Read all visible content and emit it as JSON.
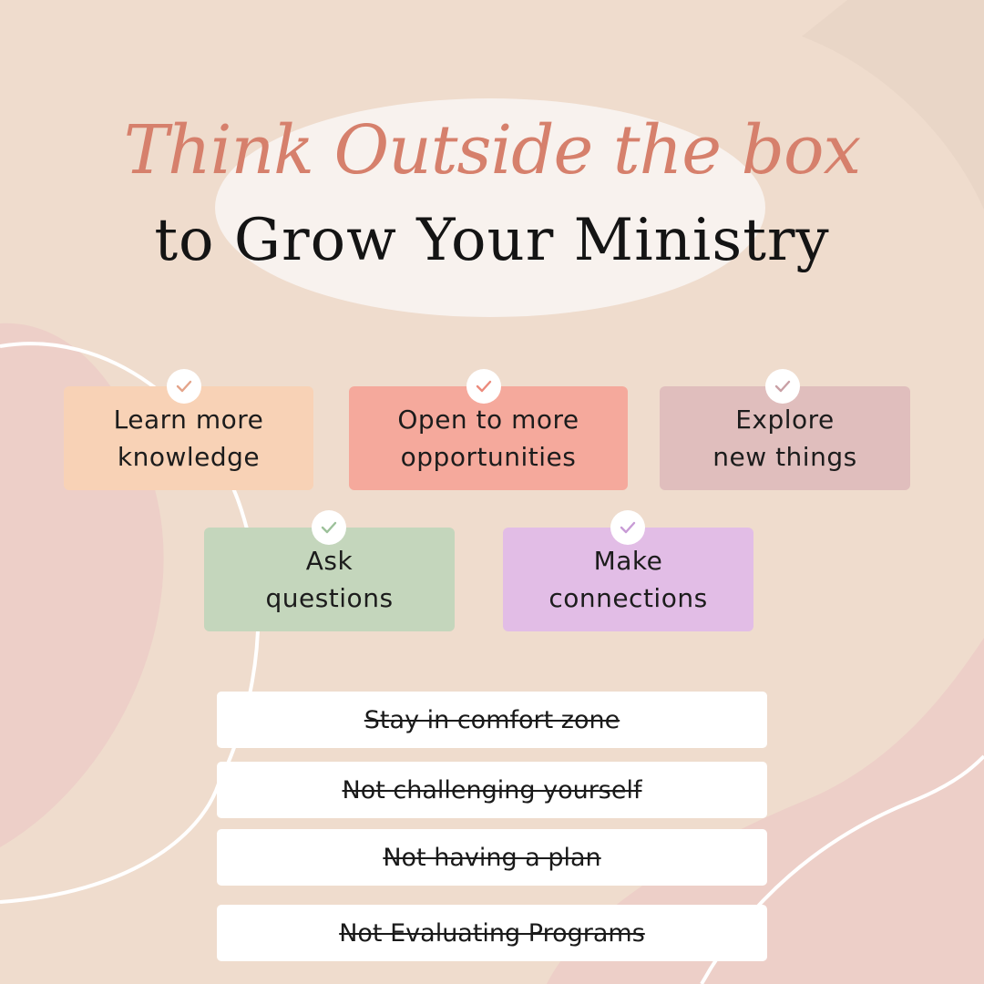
{
  "header": {
    "script_title": "Think Outside the box",
    "main_title": "to Grow Your Ministry"
  },
  "benefits": [
    {
      "text": "Learn more\nknowledge",
      "color": "#f8d2b6",
      "check_color": "#e4a48a"
    },
    {
      "text": "Open to more\nopportunities",
      "color": "#f5a99c",
      "check_color": "#ec8a7c"
    },
    {
      "text": "Explore\nnew things",
      "color": "#e0bebd",
      "check_color": "#c9a0a5"
    },
    {
      "text": "Ask\nquestions",
      "color": "#c4d6bc",
      "check_color": "#9cc19a"
    },
    {
      "text": "Make\nconnections",
      "color": "#e2bde6",
      "check_color": "#c89bd6"
    }
  ],
  "avoid": [
    "Stay in comfort zone",
    "Not challenging yourself",
    "Not having a plan",
    "Not Evaluating Programs"
  ],
  "colors": {
    "background": "#efdccd",
    "blob": "#edcfc8",
    "title_accent": "#d6806c",
    "title_dark": "#141414"
  }
}
